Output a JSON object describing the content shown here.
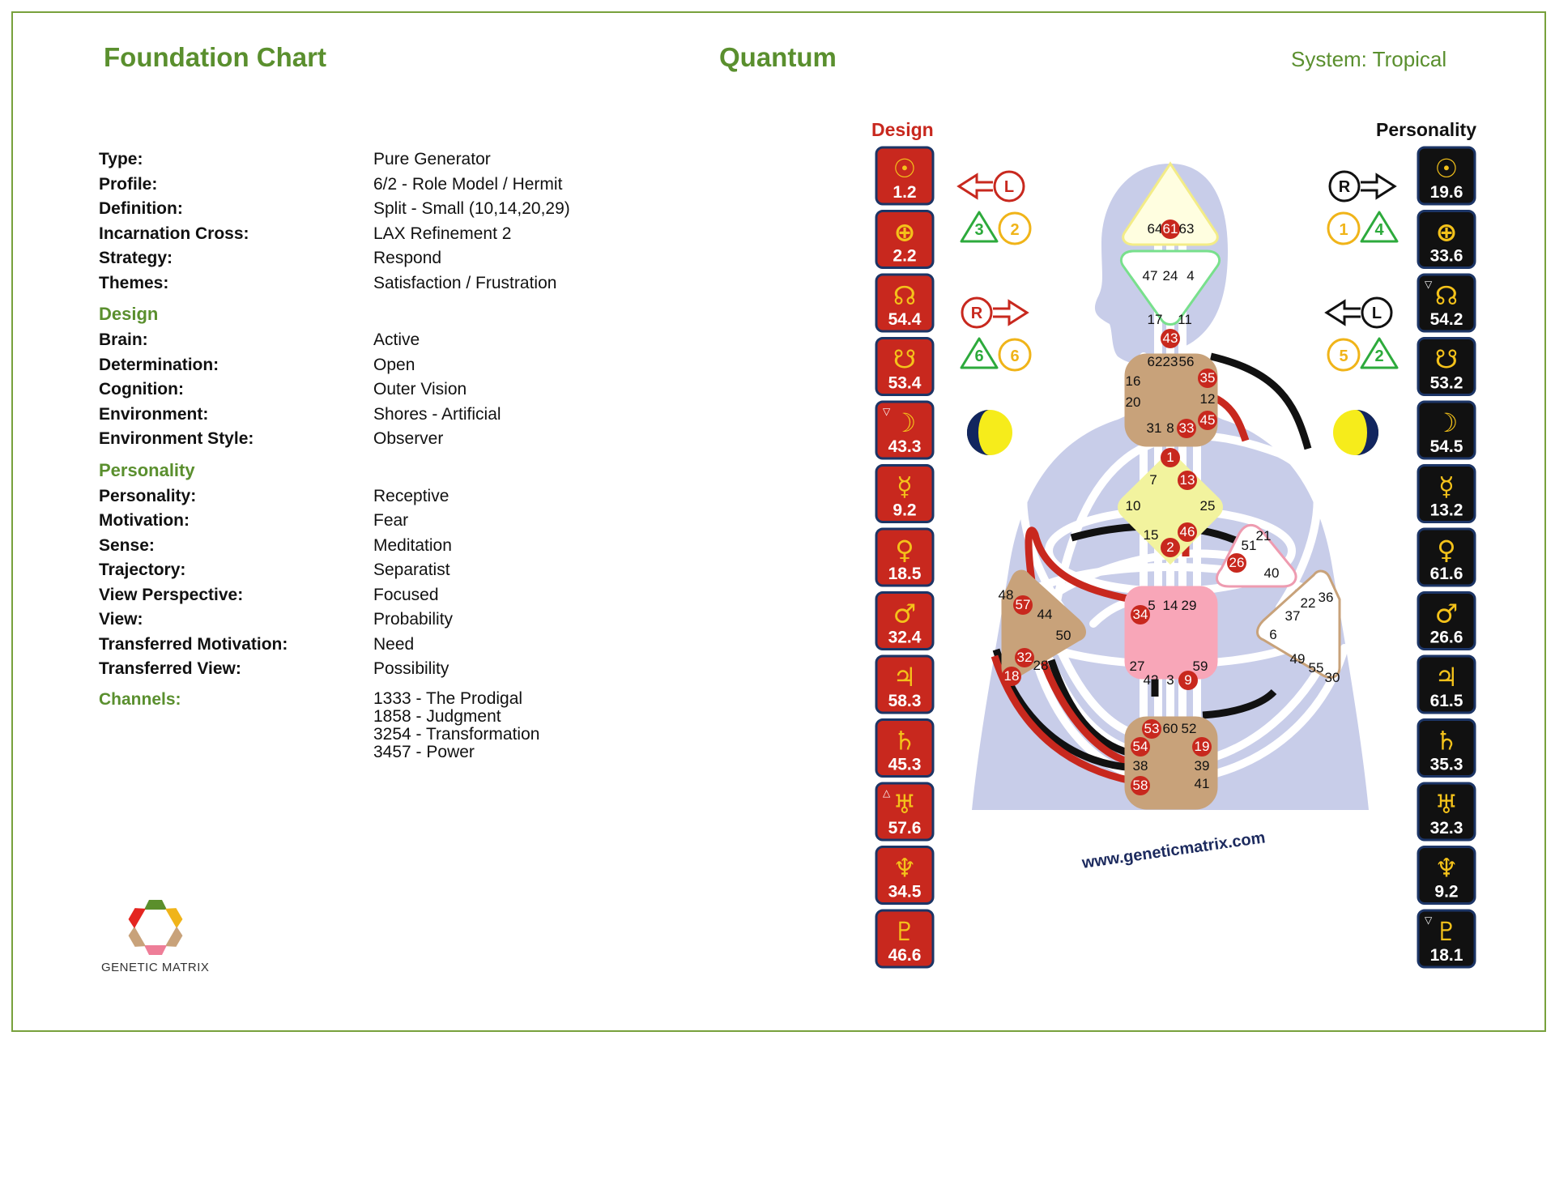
{
  "header": {
    "title": "Foundation Chart",
    "center": "Quantum",
    "system": "System: Tropical"
  },
  "properties": [
    {
      "label": "Type:",
      "value": "Pure Generator"
    },
    {
      "label": "Profile:",
      "value": "6/2 - Role Model / Hermit"
    },
    {
      "label": "Definition:",
      "value": "Split - Small (10,14,20,29)"
    },
    {
      "label": "Incarnation Cross:",
      "value": "LAX Refinement 2"
    },
    {
      "label": "Strategy:",
      "value": "Respond"
    },
    {
      "label": "Themes:",
      "value": "Satisfaction / Frustration"
    }
  ],
  "design_section": {
    "title": "Design",
    "rows": [
      {
        "label": "Brain:",
        "value": "Active"
      },
      {
        "label": "Determination:",
        "value": "Open"
      },
      {
        "label": "Cognition:",
        "value": "Outer Vision"
      },
      {
        "label": "Environment:",
        "value": "Shores - Artificial"
      },
      {
        "label": "Environment Style:",
        "value": "Observer"
      }
    ]
  },
  "personality_section": {
    "title": "Personality",
    "rows": [
      {
        "label": "Personality:",
        "value": "Receptive"
      },
      {
        "label": "Motivation:",
        "value": "Fear"
      },
      {
        "label": "Sense:",
        "value": "Meditation"
      },
      {
        "label": "Trajectory:",
        "value": "Separatist"
      },
      {
        "label": "View Perspective:",
        "value": "Focused"
      },
      {
        "label": "View:",
        "value": "Probability"
      },
      {
        "label": "Transferred Motivation:",
        "value": "Need"
      },
      {
        "label": "Transferred View:",
        "value": "Possibility"
      }
    ]
  },
  "channels": {
    "title": "Channels:",
    "items": [
      "1333 - The Prodigal",
      "1858 - Judgment",
      "3254 - Transformation",
      "3457 - Power"
    ]
  },
  "logo": {
    "text": "GENETIC MATRIX"
  },
  "bodygraph": {
    "design_title": "Design",
    "personality_title": "Personality",
    "website": "www.geneticmatrix.com",
    "design_color": "#c8281e",
    "personality_color": "#111111",
    "design_planets": [
      {
        "glyph": "☉",
        "value": "1.2",
        "mark": ""
      },
      {
        "glyph": "⊕",
        "value": "2.2",
        "mark": ""
      },
      {
        "glyph": "☊",
        "value": "54.4",
        "mark": ""
      },
      {
        "glyph": "☋",
        "value": "53.4",
        "mark": ""
      },
      {
        "glyph": "☽",
        "value": "43.3",
        "mark": "▽"
      },
      {
        "glyph": "☿",
        "value": "9.2",
        "mark": ""
      },
      {
        "glyph": "♀",
        "value": "18.5",
        "mark": ""
      },
      {
        "glyph": "♂",
        "value": "32.4",
        "mark": ""
      },
      {
        "glyph": "♃",
        "value": "58.3",
        "mark": ""
      },
      {
        "glyph": "♄",
        "value": "45.3",
        "mark": ""
      },
      {
        "glyph": "♅",
        "value": "57.6",
        "mark": "△"
      },
      {
        "glyph": "♆",
        "value": "34.5",
        "mark": ""
      },
      {
        "glyph": "♇",
        "value": "46.6",
        "mark": ""
      }
    ],
    "personality_planets": [
      {
        "glyph": "☉",
        "value": "19.6",
        "mark": ""
      },
      {
        "glyph": "⊕",
        "value": "33.6",
        "mark": ""
      },
      {
        "glyph": "☊",
        "value": "54.2",
        "mark": "▽"
      },
      {
        "glyph": "☋",
        "value": "53.2",
        "mark": ""
      },
      {
        "glyph": "☽",
        "value": "54.5",
        "mark": ""
      },
      {
        "glyph": "☿",
        "value": "13.2",
        "mark": ""
      },
      {
        "glyph": "♀",
        "value": "61.6",
        "mark": ""
      },
      {
        "glyph": "♂",
        "value": "26.6",
        "mark": ""
      },
      {
        "glyph": "♃",
        "value": "61.5",
        "mark": ""
      },
      {
        "glyph": "♄",
        "value": "35.3",
        "mark": ""
      },
      {
        "glyph": "♅",
        "value": "32.3",
        "mark": ""
      },
      {
        "glyph": "♆",
        "value": "9.2",
        "mark": ""
      },
      {
        "glyph": "♇",
        "value": "18.1",
        "mark": "▽"
      }
    ],
    "design_arrows": [
      {
        "letter": "L",
        "dir": "left",
        "n1": "3",
        "n2": "2"
      },
      {
        "letter": "R",
        "dir": "right",
        "n1": "6",
        "n2": "6"
      }
    ],
    "personality_arrows": [
      {
        "letter": "R",
        "dir": "right",
        "n1": "1",
        "n2": "4"
      },
      {
        "letter": "L",
        "dir": "left",
        "n1": "5",
        "n2": "2"
      }
    ],
    "gates": {
      "head": [
        "64",
        "61",
        "63"
      ],
      "ajna": [
        "47",
        "24",
        "4",
        "17",
        "11",
        "43"
      ],
      "throat": [
        "62",
        "23",
        "56",
        "16",
        "35",
        "12",
        "20",
        "45",
        "31",
        "8",
        "33"
      ],
      "g": [
        "1",
        "7",
        "13",
        "10",
        "25",
        "15",
        "46",
        "2"
      ],
      "ego": [
        "21",
        "51",
        "26",
        "40"
      ],
      "sacral": [
        "5",
        "14",
        "29",
        "34",
        "27",
        "59",
        "42",
        "3",
        "9"
      ],
      "spleen": [
        "48",
        "57",
        "44",
        "50",
        "32",
        "28",
        "18"
      ],
      "solar": [
        "22",
        "36",
        "37",
        "6",
        "49",
        "55",
        "30"
      ],
      "root": [
        "53",
        "60",
        "52",
        "54",
        "19",
        "38",
        "39",
        "58",
        "41"
      ]
    },
    "active_gates": [
      "61",
      "43",
      "35",
      "45",
      "33",
      "1",
      "13",
      "46",
      "2",
      "26",
      "34",
      "9",
      "57",
      "32",
      "18",
      "53",
      "54",
      "19",
      "58"
    ]
  }
}
